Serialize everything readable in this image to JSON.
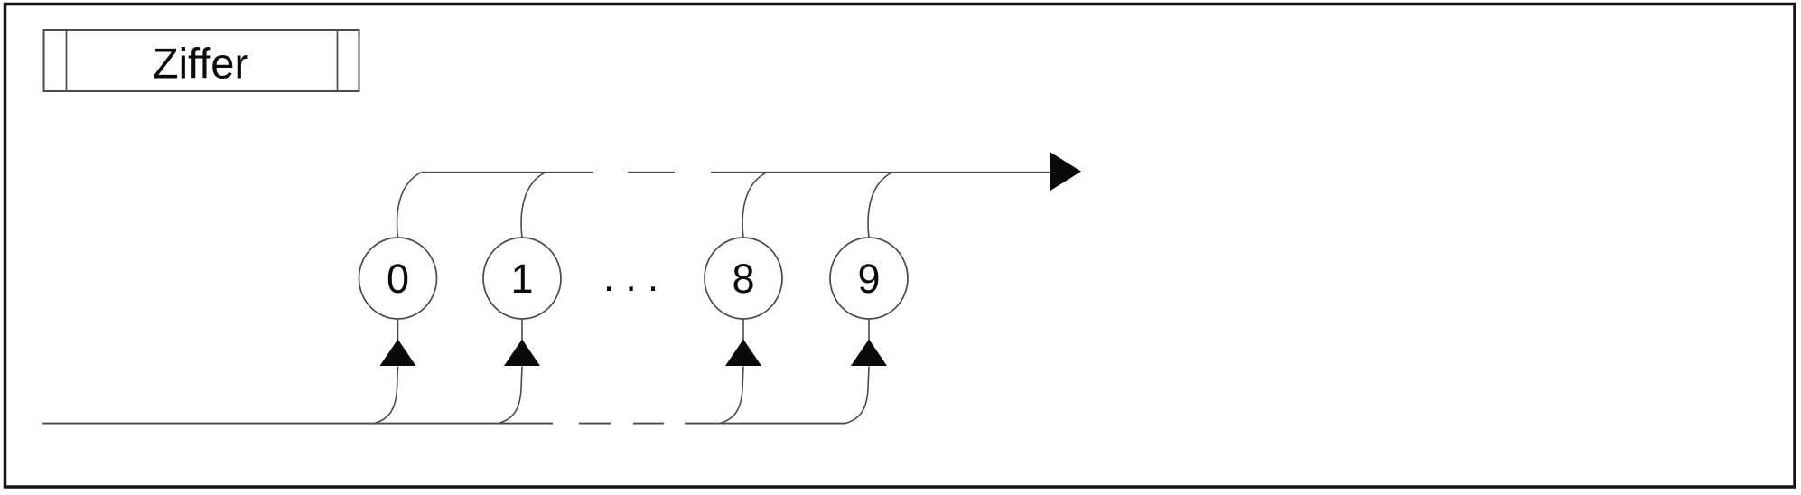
{
  "diagram": {
    "title": "Ziffer",
    "nodes": [
      {
        "label": "0"
      },
      {
        "label": "1"
      },
      {
        "label": "8"
      },
      {
        "label": "9"
      }
    ],
    "ellipsis": ". . .",
    "icons": {
      "exit_arrow": "right-filled-arrowhead",
      "entry_arrow": "up-filled-arrowhead"
    },
    "colors": {
      "background": "#ffffff",
      "line": "#4a4a4a",
      "ink": "#0a0a0a",
      "frame": "#141414"
    }
  }
}
